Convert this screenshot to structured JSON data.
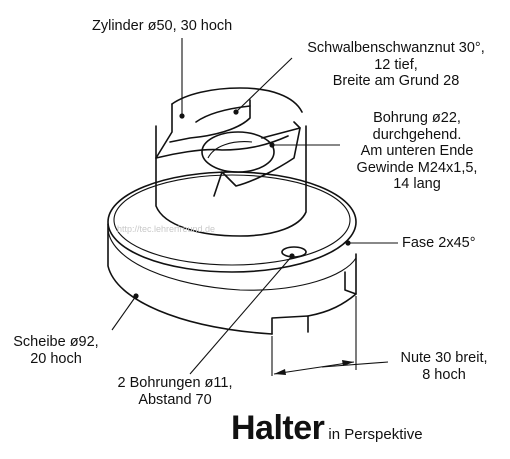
{
  "title": {
    "main": "Halter",
    "sub": "in Perspektive"
  },
  "watermark": "http://tec.lehrerfreund.de",
  "labels": {
    "zylinder": [
      "Zylinder ø50, 30 hoch"
    ],
    "nut": [
      "Schwalbenschwanznut 30°,",
      "12 tief,",
      "Breite am Grund 28"
    ],
    "bohrung": [
      "Bohrung ø22,",
      "durchgehend.",
      "Am unteren Ende",
      "Gewinde M24x1,5,",
      "14 lang"
    ],
    "fase": [
      "Fase 2x45°"
    ],
    "scheibe": [
      "Scheibe ø92,",
      "20 hoch"
    ],
    "bohrungen": [
      "2 Bohrungen ø11,",
      "Abstand 70"
    ],
    "nute": [
      "Nute 30 breit,",
      "8 hoch"
    ]
  },
  "colors": {
    "line": "#111111",
    "watermark": "#c9c9c9",
    "background": "#ffffff"
  }
}
